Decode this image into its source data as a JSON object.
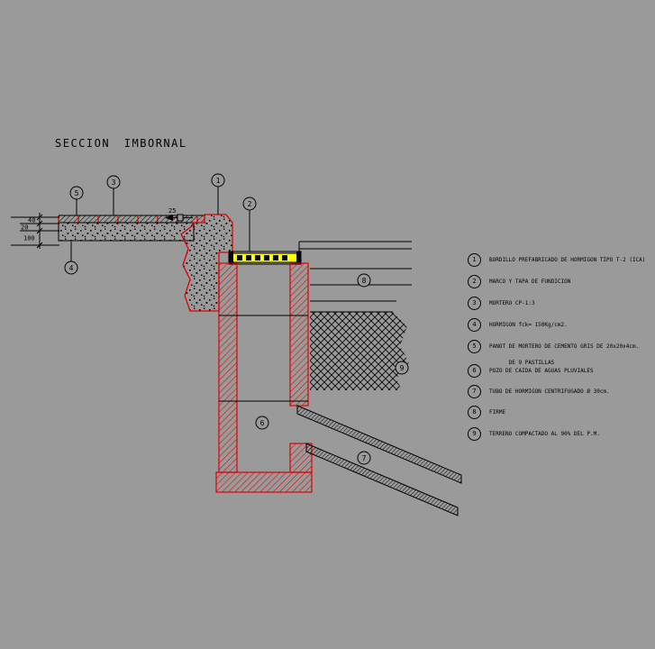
{
  "canvas": {
    "background": "#9a9a9a",
    "line_color": "#000000",
    "accent_red": "#ff0000",
    "accent_yellow": "#ffff00"
  },
  "title": "SECCION IMBORNAL",
  "dimensions": {
    "layer1": "40",
    "layer2": "20",
    "layer3": "100",
    "slope": "25"
  },
  "callouts": {
    "c1": "1",
    "c2": "2",
    "c3": "3",
    "c4": "4",
    "c5": "5",
    "c6": "6",
    "c7": "7",
    "c8": "8",
    "c9": "9"
  },
  "legend": {
    "items": [
      {
        "num": "1",
        "text": "BORDILLO PREFABRICADO DE HORMIGON TIPO T-2 (ICA)"
      },
      {
        "num": "2",
        "text": "MARCO Y TAPA DE FUNDICION"
      },
      {
        "num": "3",
        "text": "MORTERO CP-1:3"
      },
      {
        "num": "4",
        "text": "HORMIGON fck= 150Kg/cm2."
      },
      {
        "num": "5",
        "text": "PANOT DE MORTERO DE CEMENTO GRIS DE 20x20x4cm.",
        "text2": "DE 9 PASTILLAS"
      },
      {
        "num": "6",
        "text": "POZO DE CAIDA DE AGUAS PLUVIALES"
      },
      {
        "num": "7",
        "text": "TUBO DE HORMIGON CENTRIFUGADO Ø 30cm."
      },
      {
        "num": "8",
        "text": "FIRME"
      },
      {
        "num": "9",
        "text": "TERRENO COMPACTADO AL 90% DEL P.M."
      }
    ]
  }
}
